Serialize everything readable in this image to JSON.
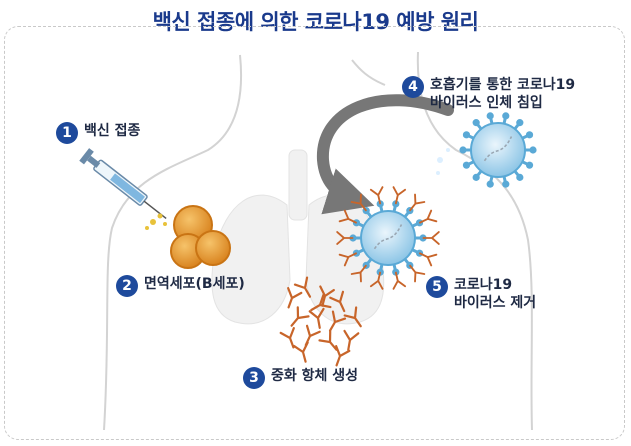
{
  "title": "백신 접종에 의한 코로나19 예방 원리",
  "steps": [
    {
      "number": "1",
      "label": "백신 접종",
      "label2": ""
    },
    {
      "number": "2",
      "label": "면역세포(B세포)",
      "label2": ""
    },
    {
      "number": "3",
      "label": "중화 항체 생성",
      "label2": ""
    },
    {
      "number": "4",
      "label": "호흡기를 통한 코로나19",
      "label2": "바이러스 인체 침입"
    },
    {
      "number": "5",
      "label": "코로나19",
      "label2": "바이러스 제거"
    }
  ],
  "colors": {
    "title": "#1a3a8c",
    "badge": "#1e4a9c",
    "virus": "#5aa9d6",
    "antibody": "#c8652a",
    "cell": "#e39a2c",
    "arrow": "#7a7a7a"
  }
}
